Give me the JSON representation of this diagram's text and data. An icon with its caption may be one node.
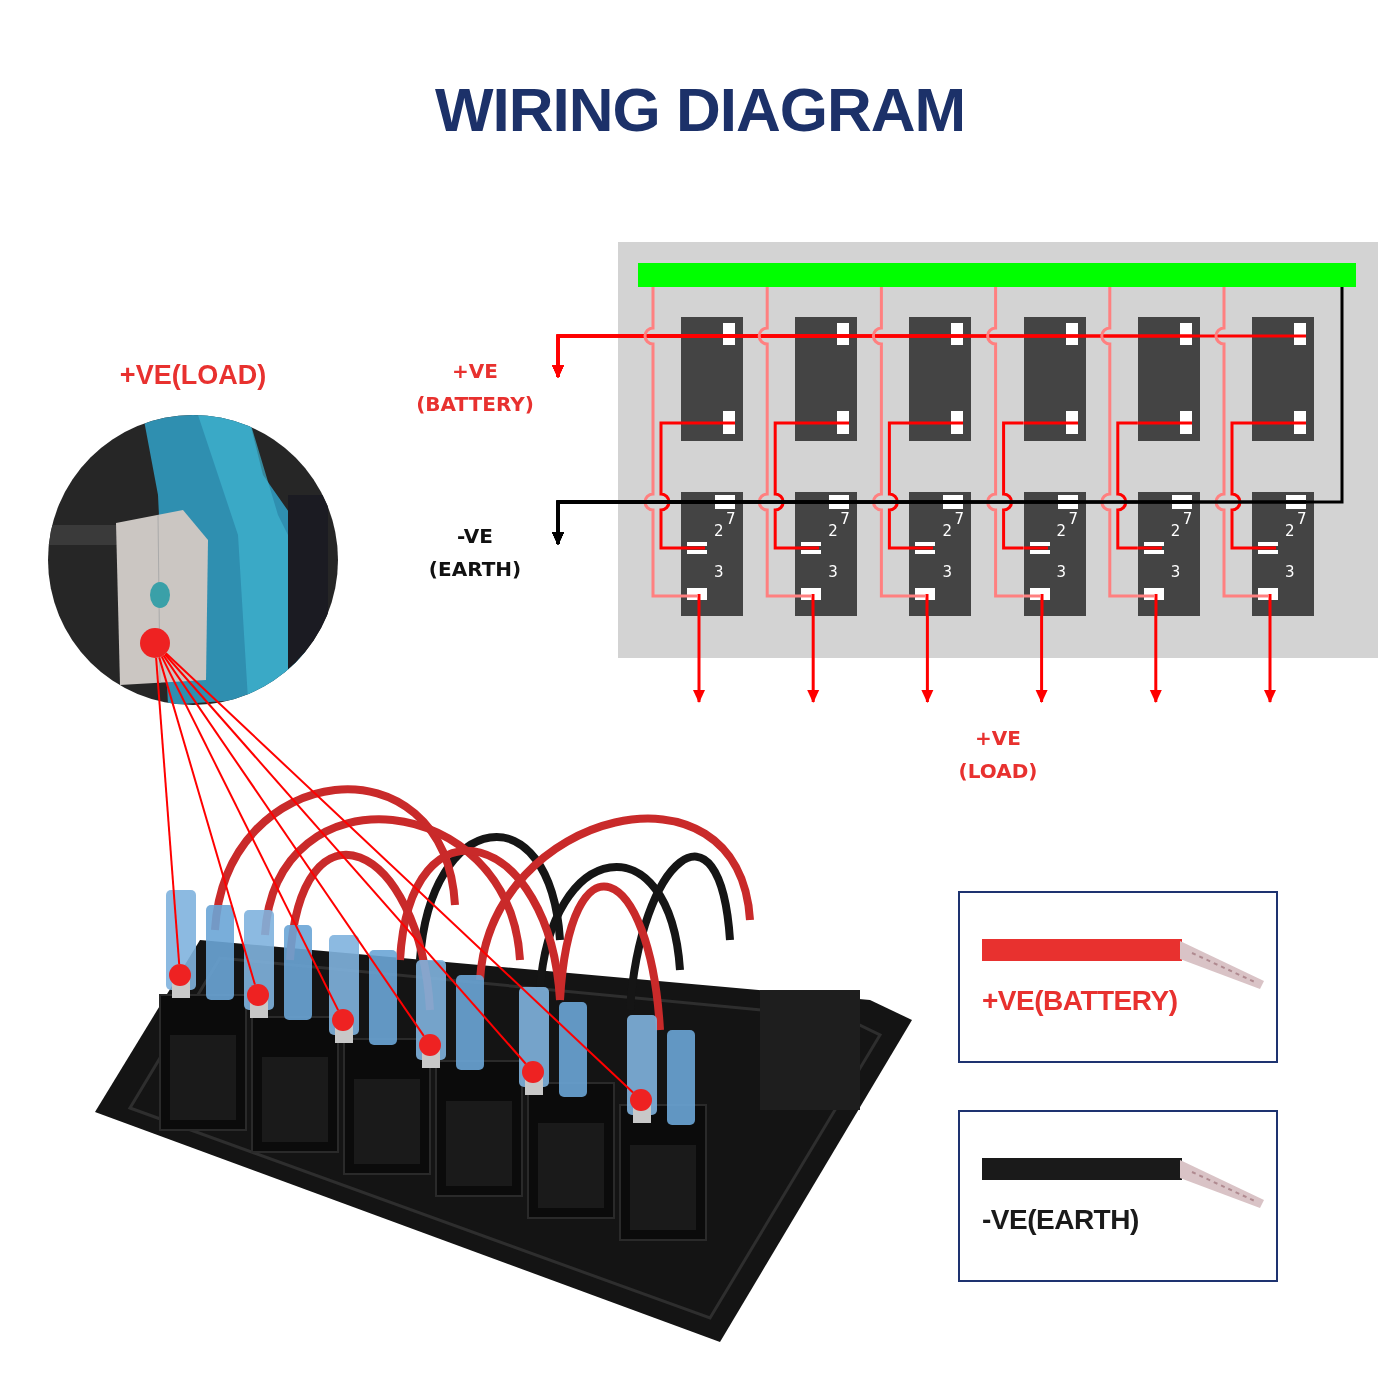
{
  "diagram": {
    "title": "WIRING DIAGRAM",
    "nodes": [
      {
        "text": [
          "+VE(LOAD)"
        ]
      },
      {
        "text": [],
        "shape": "circle",
        "in": 0
      },
      {
        "text": [],
        "shape": "picture"
      },
      {
        "text": [],
        "shape": "circle",
        "in": 2
      },
      {
        "text": [],
        "shape": "circle",
        "in": 2
      },
      {
        "text": [],
        "shape": "circle",
        "in": 2
      },
      {
        "text": [],
        "shape": "circle",
        "in": 2
      },
      {
        "text": [],
        "shape": "circle",
        "in": 2
      },
      {
        "text": [],
        "shape": "circle",
        "in": 2
      },
      {
        "text": [],
        "shape": "box"
      },
      {
        "text": [],
        "shape": "bar",
        "in": 9
      },
      {
        "text": [],
        "shape": "box",
        "in": 9
      },
      {
        "text": [],
        "shape": "box",
        "in": 9
      },
      {
        "text": [],
        "shape": "box",
        "in": 9
      },
      {
        "text": [],
        "shape": "box",
        "in": 9
      },
      {
        "text": [],
        "shape": "box",
        "in": 9
      },
      {
        "text": [],
        "shape": "box",
        "in": 9
      },
      {
        "text": [
          "2",
          "7",
          "3"
        ],
        "in": 9
      },
      {
        "text": [
          "2",
          "7",
          "3"
        ],
        "in": 9
      },
      {
        "text": [
          "2",
          "7",
          "3"
        ],
        "in": 9
      },
      {
        "text": [
          "2",
          "7",
          "3"
        ],
        "in": 9
      },
      {
        "text": [
          "2",
          "7",
          "3"
        ],
        "in": 9
      },
      {
        "text": [
          "2",
          "7",
          "3"
        ],
        "in": 9
      }
    ],
    "edges": [
      {
        "from": 1,
        "to": 3,
        "arrow": "none"
      },
      {
        "from": 1,
        "to": 4,
        "arrow": "none"
      },
      {
        "from": 1,
        "to": 5,
        "arrow": "none"
      },
      {
        "from": 1,
        "to": 6,
        "arrow": "none"
      },
      {
        "from": 1,
        "to": 7,
        "arrow": "none"
      },
      {
        "from": 1,
        "to": 8,
        "arrow": "none"
      },
      {
        "from": 11,
        "to": null,
        "arrow": "to"
      },
      {
        "from": 12,
        "to": null,
        "arrow": "to"
      },
      {
        "from": 13,
        "to": null,
        "arrow": "to"
      },
      {
        "from": 14,
        "to": null,
        "arrow": "to"
      },
      {
        "from": 15,
        "to": null,
        "arrow": "to"
      },
      {
        "from": 16,
        "to": null,
        "arrow": "to"
      },
      {
        "from": 11,
        "to": 17,
        "arrow": "none"
      },
      {
        "from": 12,
        "to": 18,
        "arrow": "none"
      },
      {
        "from": 13,
        "to": 19,
        "arrow": "none"
      },
      {
        "from": 14,
        "to": 20,
        "arrow": "none"
      },
      {
        "from": 15,
        "to": 21,
        "arrow": "none"
      },
      {
        "from": 16,
        "to": 22,
        "arrow": "none"
      },
      {
        "from": 10,
        "to": 17,
        "arrow": "none",
        "color": "#ff8080"
      },
      {
        "from": 10,
        "to": 18,
        "arrow": "none",
        "color": "#ff8080"
      },
      {
        "from": 10,
        "to": 19,
        "arrow": "none",
        "color": "#ff8080"
      },
      {
        "from": 10,
        "to": 20,
        "arrow": "none",
        "color": "#ff8080"
      },
      {
        "from": 10,
        "to": 21,
        "arrow": "none",
        "color": "#ff8080"
      },
      {
        "from": 10,
        "to": 22,
        "arrow": "none",
        "color": "#ff8080"
      },
      {
        "from": 10,
        "to": null,
        "arrow": "to",
        "color": "#000000"
      },
      {
        "from": 17,
        "to": null,
        "arrow": "to",
        "color": "#000000"
      },
      {
        "from": 18,
        "to": null,
        "arrow": "to",
        "color": "#000000"
      },
      {
        "from": 19,
        "to": null,
        "arrow": "to",
        "color": "#000000"
      },
      {
        "from": 20,
        "to": null,
        "arrow": "to",
        "color": "#000000"
      },
      {
        "from": 21,
        "to": null,
        "arrow": "to",
        "color": "#000000"
      },
      {
        "from": 22,
        "to": null,
        "arrow": "to",
        "color": "#000000"
      },
      {
        "from": 17,
        "to": null,
        "arrow": "to"
      },
      {
        "from": 18,
        "to": null,
        "arrow": "to"
      },
      {
        "from": 19,
        "to": null,
        "arrow": "to"
      },
      {
        "from": 20,
        "to": null,
        "arrow": "to"
      },
      {
        "from": 21,
        "to": null,
        "arrow": "to"
      },
      {
        "from": 22,
        "to": null,
        "arrow": "to"
      }
    ],
    "labels": [
      "+VE (BATTERY)",
      "-VE (EARTH)",
      "+VE (LOAD)"
    ],
    "legend": [
      {
        "text": "+VE(BATTERY)",
        "color": "#e8312f"
      },
      {
        "text": "-VE(EARTH)",
        "color": "#1a1a1a"
      }
    ]
  }
}
